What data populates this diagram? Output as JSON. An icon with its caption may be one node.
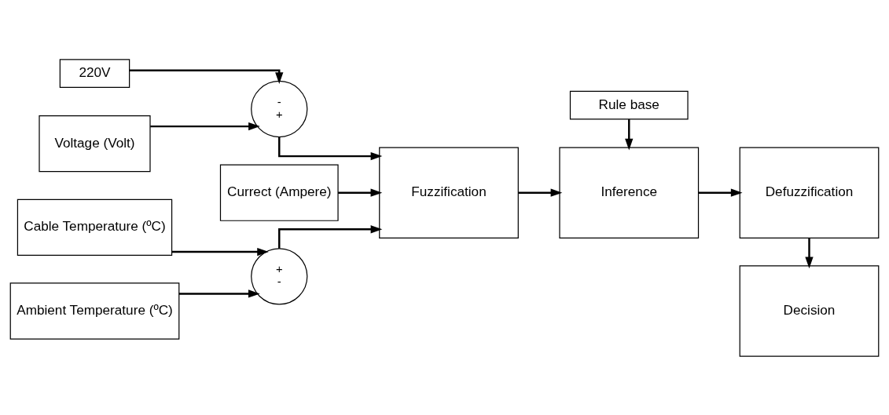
{
  "diagram": {
    "nodes": [
      {
        "text": [
          "220V"
        ]
      },
      {
        "text": [
          "Voltage (Volt)"
        ]
      },
      {
        "text": [
          "-",
          "+"
        ]
      },
      {
        "text": [
          "Currect (Ampere)"
        ]
      },
      {
        "text": [
          "Cable Temperature (ºC)"
        ]
      },
      {
        "text": [
          "+",
          "-"
        ]
      },
      {
        "text": [
          "Ambient Temperature (ºC)"
        ]
      },
      {
        "text": [
          "Fuzzification"
        ]
      },
      {
        "text": [
          "Rule base"
        ]
      },
      {
        "text": [
          "Inference"
        ]
      },
      {
        "text": [
          "Defuzzification"
        ]
      },
      {
        "text": [
          "Decision"
        ]
      }
    ],
    "edges": [
      {
        "from": 0,
        "to": 2,
        "arrow": "to"
      },
      {
        "from": 1,
        "to": 2,
        "arrow": "to"
      },
      {
        "from": 2,
        "to": 7,
        "arrow": "to"
      },
      {
        "from": 3,
        "to": 7,
        "arrow": "to"
      },
      {
        "from": 4,
        "to": 5,
        "arrow": "to"
      },
      {
        "from": 6,
        "to": 5,
        "arrow": "to"
      },
      {
        "from": 5,
        "to": 7,
        "arrow": "to"
      },
      {
        "from": 8,
        "to": 9,
        "arrow": "to"
      },
      {
        "from": 7,
        "to": 9,
        "arrow": "to"
      },
      {
        "from": 9,
        "to": 10,
        "arrow": "to"
      },
      {
        "from": 10,
        "to": 11,
        "arrow": "to"
      }
    ]
  }
}
